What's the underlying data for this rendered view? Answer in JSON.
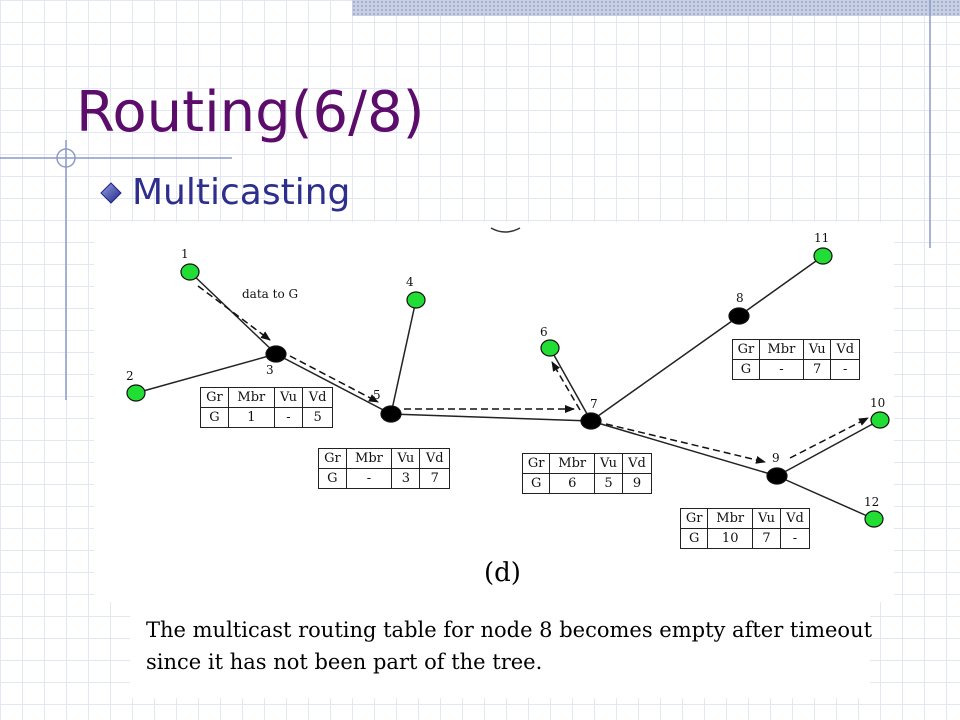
{
  "slide": {
    "title": "Routing(6/8)",
    "bullet": "Multicasting"
  },
  "figure": {
    "panel_label": "(d)",
    "edge_label": "data to G",
    "nodes": [
      {
        "id": "1",
        "role": "member"
      },
      {
        "id": "2",
        "role": "member"
      },
      {
        "id": "3",
        "role": "router"
      },
      {
        "id": "4",
        "role": "member"
      },
      {
        "id": "5",
        "role": "router"
      },
      {
        "id": "6",
        "role": "member"
      },
      {
        "id": "7",
        "role": "router"
      },
      {
        "id": "8",
        "role": "router"
      },
      {
        "id": "9",
        "role": "router"
      },
      {
        "id": "10",
        "role": "member"
      },
      {
        "id": "11",
        "role": "member"
      },
      {
        "id": "12",
        "role": "member"
      }
    ],
    "colors": {
      "member": "#22dd33",
      "router": "#000000"
    },
    "tables": {
      "node3": {
        "header": [
          "Gr",
          "Mbr",
          "Vu",
          "Vd"
        ],
        "row": [
          "G",
          "1",
          "-",
          "5"
        ]
      },
      "node5": {
        "header": [
          "Gr",
          "Mbr",
          "Vu",
          "Vd"
        ],
        "row": [
          "G",
          "-",
          "3",
          "7"
        ]
      },
      "node7": {
        "header": [
          "Gr",
          "Mbr",
          "Vu",
          "Vd"
        ],
        "row": [
          "G",
          "6",
          "5",
          "9"
        ]
      },
      "node8": {
        "header": [
          "Gr",
          "Mbr",
          "Vu",
          "Vd"
        ],
        "row": [
          "G",
          "-",
          "7",
          "-"
        ]
      },
      "node9": {
        "header": [
          "Gr",
          "Mbr",
          "Vu",
          "Vd"
        ],
        "row": [
          "G",
          "10",
          "7",
          "-"
        ]
      }
    }
  },
  "caption": "The multicast routing table for node 8 becomes empty after timeout since it has not been part of the tree."
}
